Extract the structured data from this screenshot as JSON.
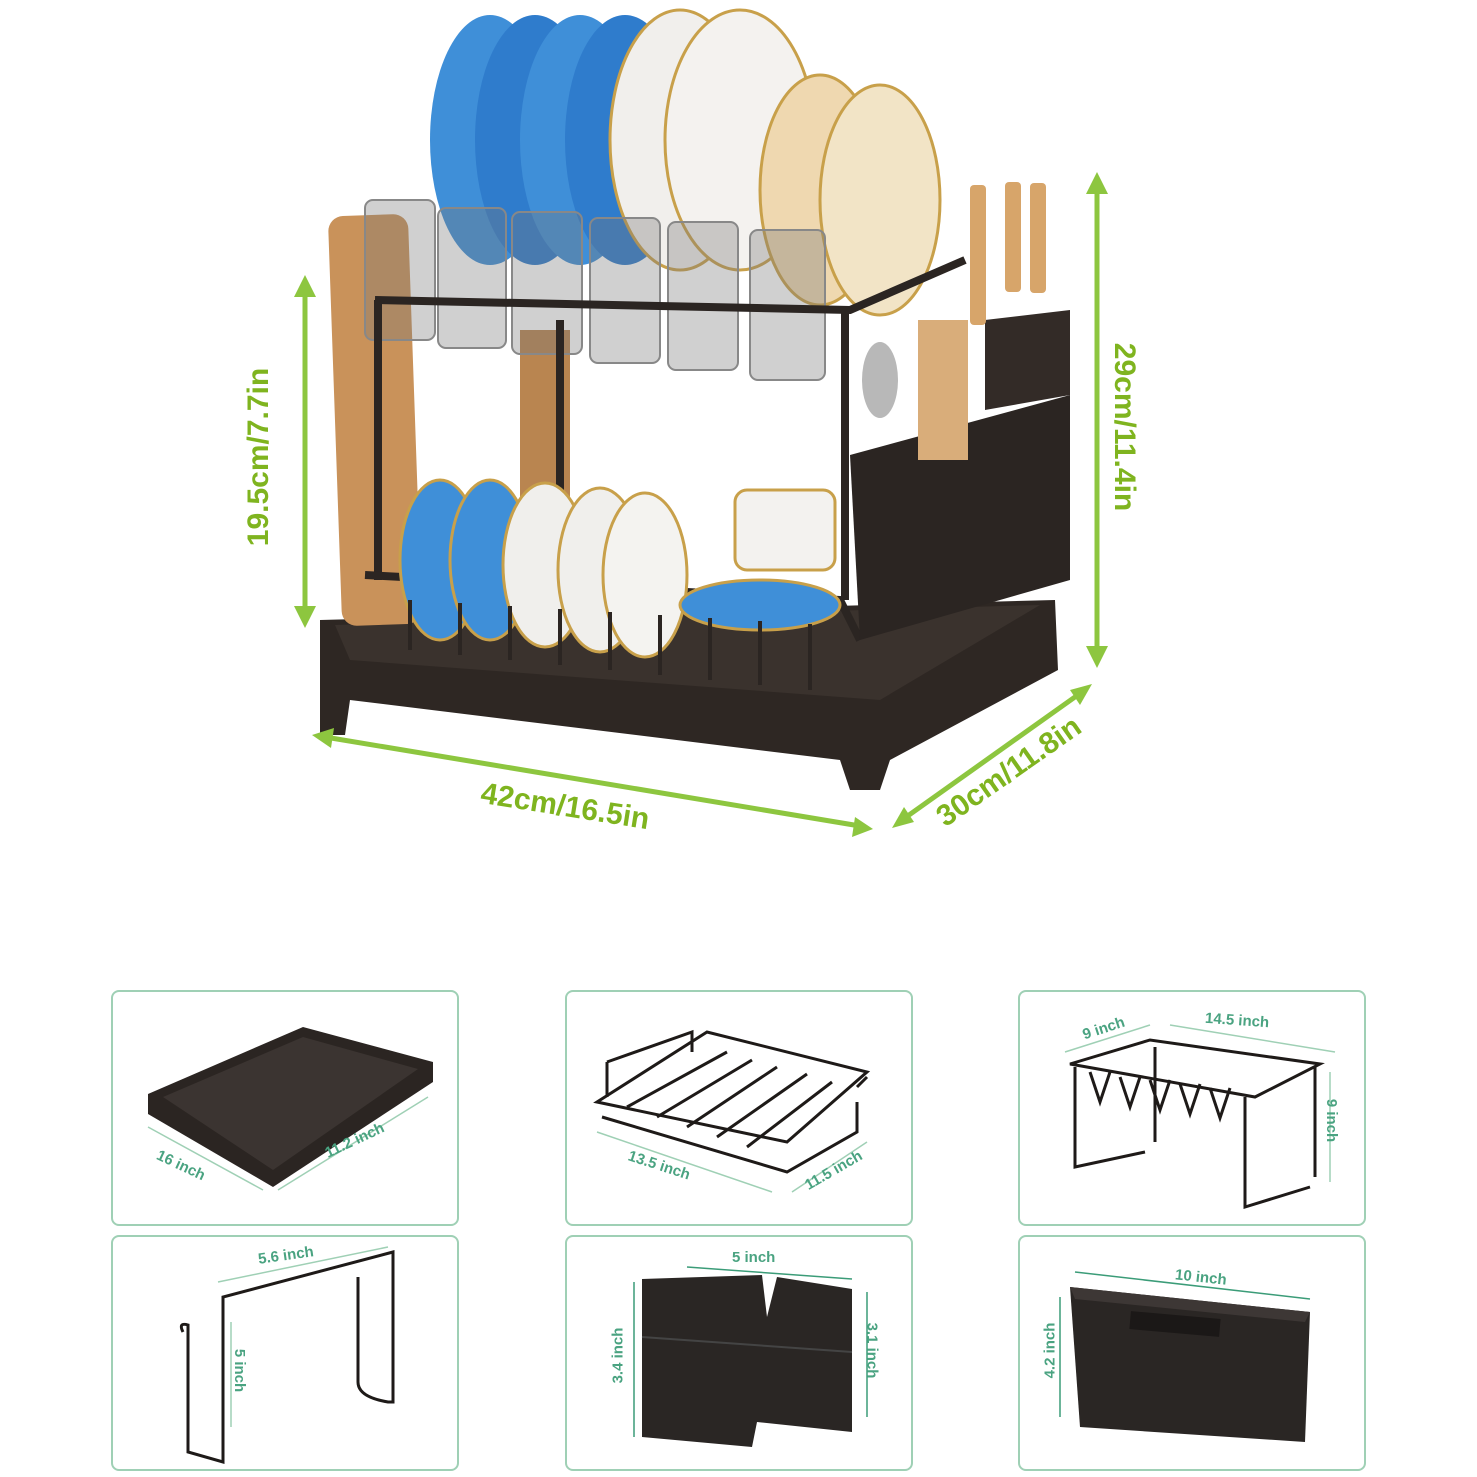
{
  "main_product": {
    "dimensions": {
      "lower_height": "19.5cm/7.7in",
      "total_height": "29cm/11.4in",
      "length": "42cm/16.5in",
      "depth": "30cm/11.8in"
    },
    "colors": {
      "arrow": "#8dc63f",
      "label": "#7fb41f",
      "rack": "#2b2522",
      "plate_blue": "#3f8fd8"
    }
  },
  "parts": [
    {
      "name": "drain-tray",
      "labels": [
        "16 inch",
        "11.2 inch"
      ]
    },
    {
      "name": "lower-basket",
      "labels": [
        "13.5 inch",
        "11.5 inch"
      ]
    },
    {
      "name": "upper-rack",
      "labels": [
        "9 inch",
        "14.5 inch",
        "9 inch"
      ]
    },
    {
      "name": "cutting-board-hook",
      "labels": [
        "5.6 inch",
        "5 inch"
      ]
    },
    {
      "name": "knife-holder",
      "labels": [
        "5 inch",
        "3.4 inch",
        "3.1 inch"
      ]
    },
    {
      "name": "utensil-holder",
      "labels": [
        "10 inch",
        "4.2 inch"
      ]
    }
  ],
  "panel_colors": {
    "border": "#9fd0b5",
    "label": "#4aa381"
  }
}
